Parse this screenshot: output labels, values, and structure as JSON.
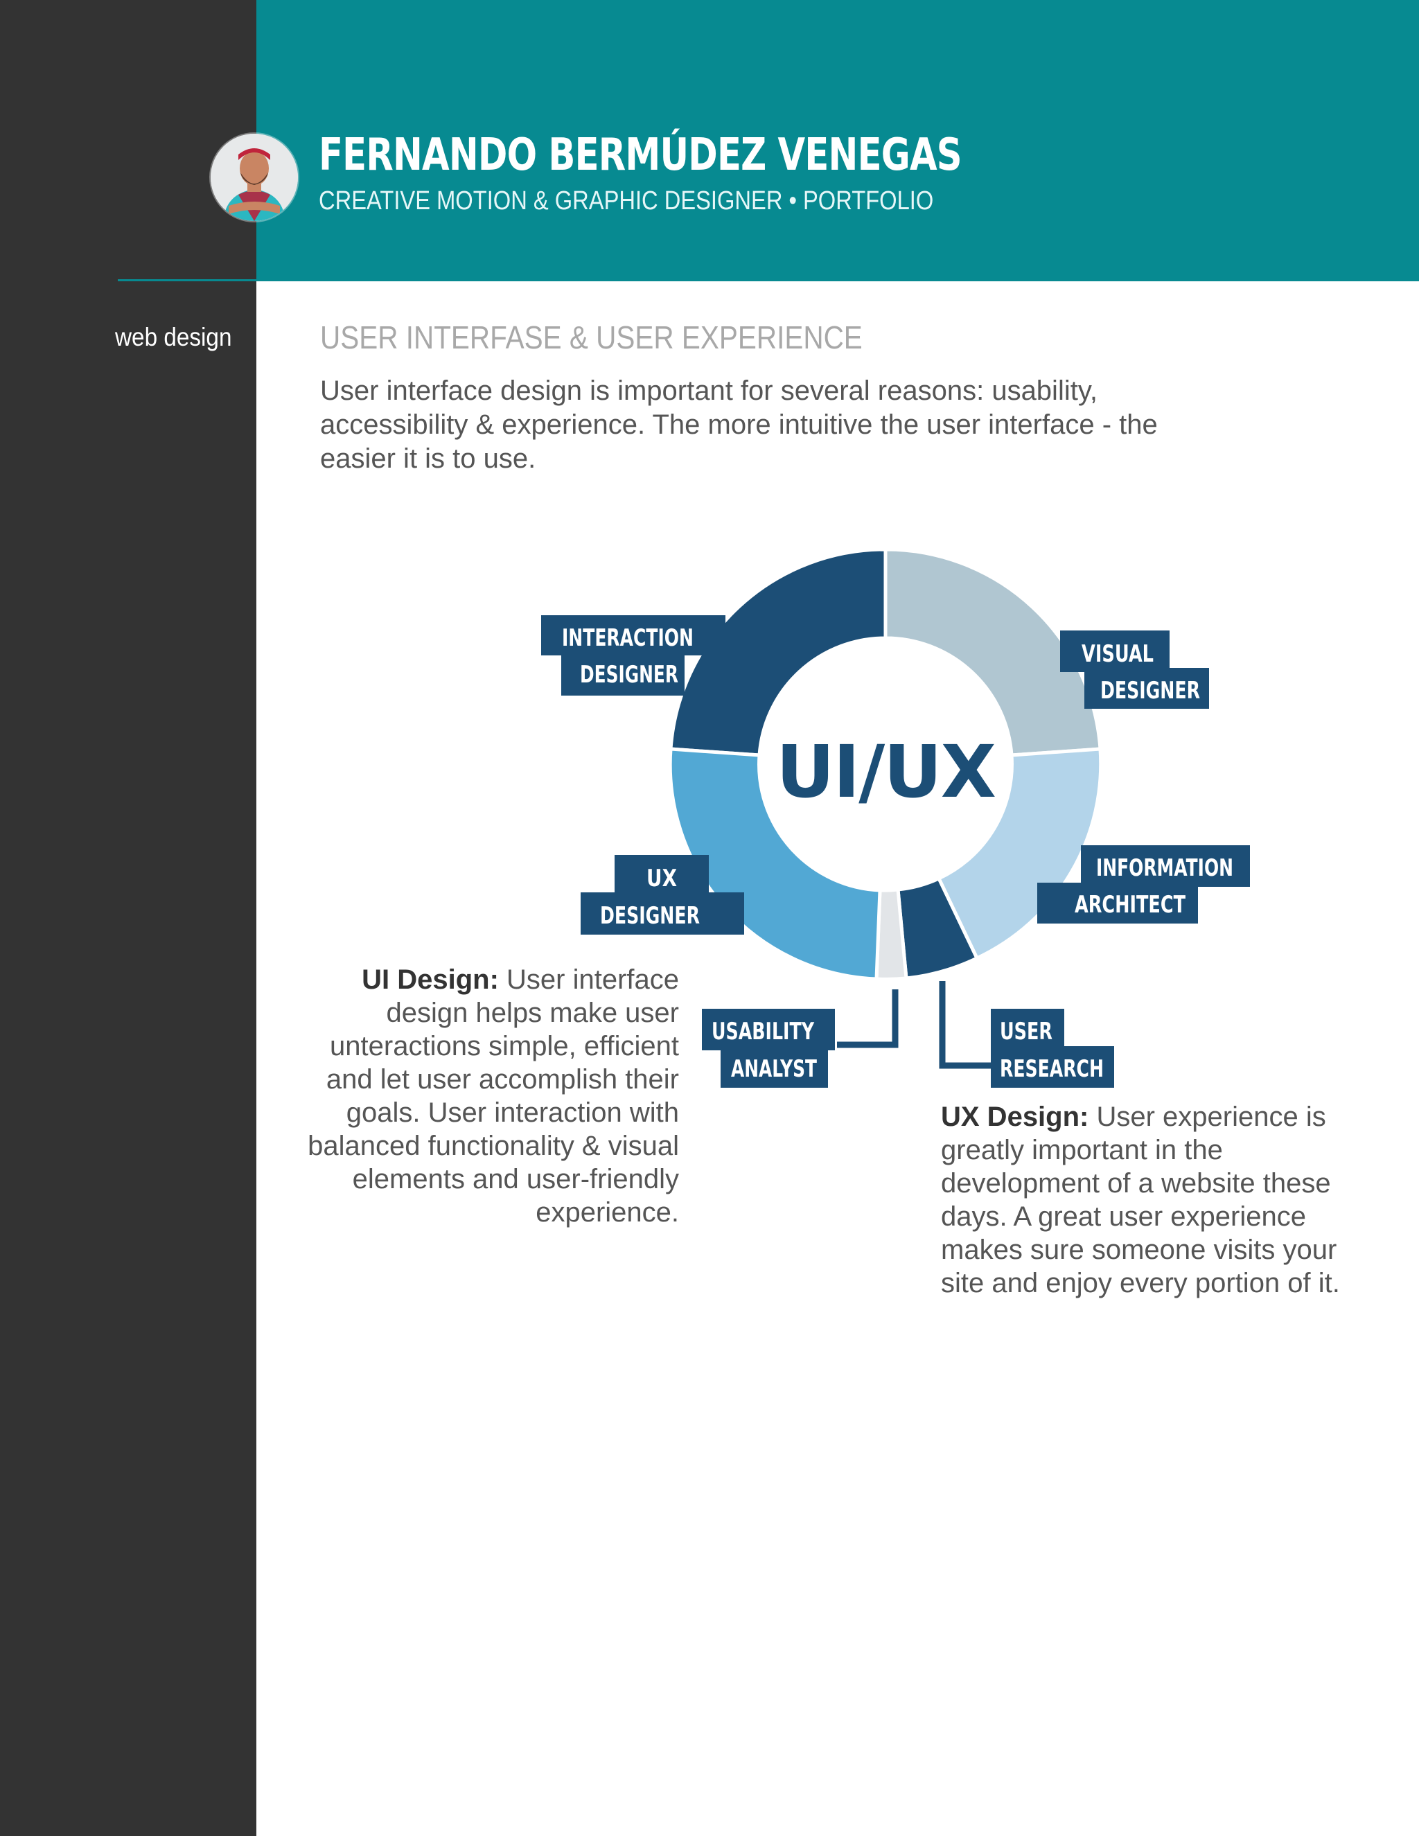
{
  "header": {
    "name": "FERNANDO BERMÚDEZ VENEGAS",
    "tagline": "CREATIVE MOTION & GRAPHIC DESIGNER • PORTFOLIO"
  },
  "sidebar": {
    "section_label": "web design"
  },
  "main": {
    "title": "USER INTERFASE & USER EXPERIENCE",
    "intro": "User interface design is important for several reasons: usability, accessibility & experience. The more intuitive the user interface - the easier it is to use."
  },
  "diagram": {
    "center_label": "UI/UX",
    "roles": {
      "interaction_designer": [
        "INTERACTION",
        "DESIGNER"
      ],
      "visual_designer": [
        "VISUAL",
        "DESIGNER"
      ],
      "information_architect": [
        "INFORMATION",
        "ARCHITECT"
      ],
      "ux_designer": [
        "UX",
        "DESIGNER"
      ],
      "usability_analyst": [
        "USABILITY",
        "ANALYST"
      ],
      "user_research": [
        "USER",
        "RESEARCH"
      ]
    },
    "colors": {
      "dark_navy": "#1c4e76",
      "light_gray_blue": "#b0c6d1",
      "light_blue": "#b3d4ea",
      "mid_blue": "#52a8d4",
      "pale_gray": "#e2e5e8",
      "center_text": "#1c4e76"
    }
  },
  "ui_design": {
    "lead": "UI Design:",
    "text": "User interface design helps make user unteractions simple, efficient and let user accomplish their goals. User interaction with balanced functionality & visual elements and user-friendly experience."
  },
  "ux_design": {
    "lead": "UX Design:",
    "text": "User experience is greatly important in the development of a website these days. A great user experience makes sure someone visits your site and enjoy every portion of it."
  },
  "theme": {
    "teal": "#078a91",
    "sidebar": "#333333"
  }
}
